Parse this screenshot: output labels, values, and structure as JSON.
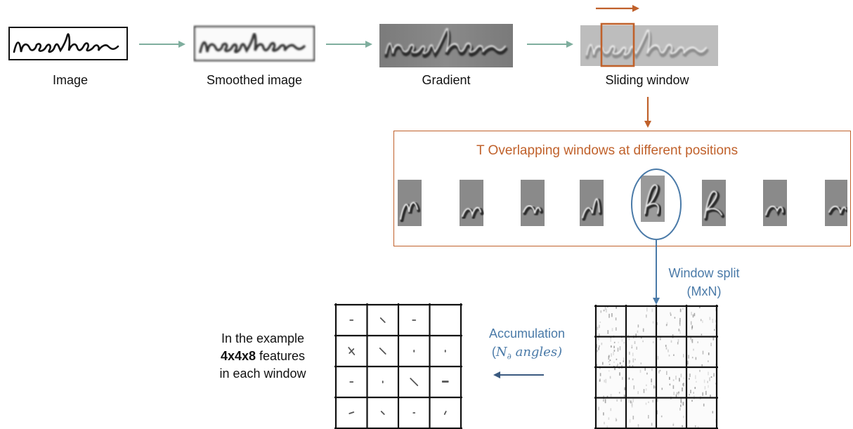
{
  "stages": [
    {
      "id": "image",
      "label": "Image"
    },
    {
      "id": "smoothed",
      "label": "Smoothed image"
    },
    {
      "id": "gradient",
      "label": "Gradient"
    },
    {
      "id": "sliding",
      "label": "Sliding window"
    }
  ],
  "windows_panel": {
    "title": "T Overlapping windows at different positions",
    "window_count": 8,
    "highlighted_index": 4
  },
  "window_split": {
    "line1": "Window split",
    "line2": "(MxN)"
  },
  "accumulation": {
    "line1": "Accumulation",
    "line2_prefix": "(",
    "line2_symbol": "N",
    "line2_subscript": "∂",
    "line2_suffix": " angles)"
  },
  "note": {
    "line1": "In the example",
    "line2_bold": "4x4x8",
    "line2_rest": " features",
    "line3": "in each window"
  },
  "colors": {
    "stage_arrow": "#7fae9e",
    "orange": "#c0612b",
    "blue": "#4a7aa8",
    "dark_blue_arrow": "#3a5a80"
  },
  "icons": {
    "handwriting": "handwritten-word",
    "orange_arrow": "right-arrow",
    "down_arrow": "down-arrow"
  }
}
